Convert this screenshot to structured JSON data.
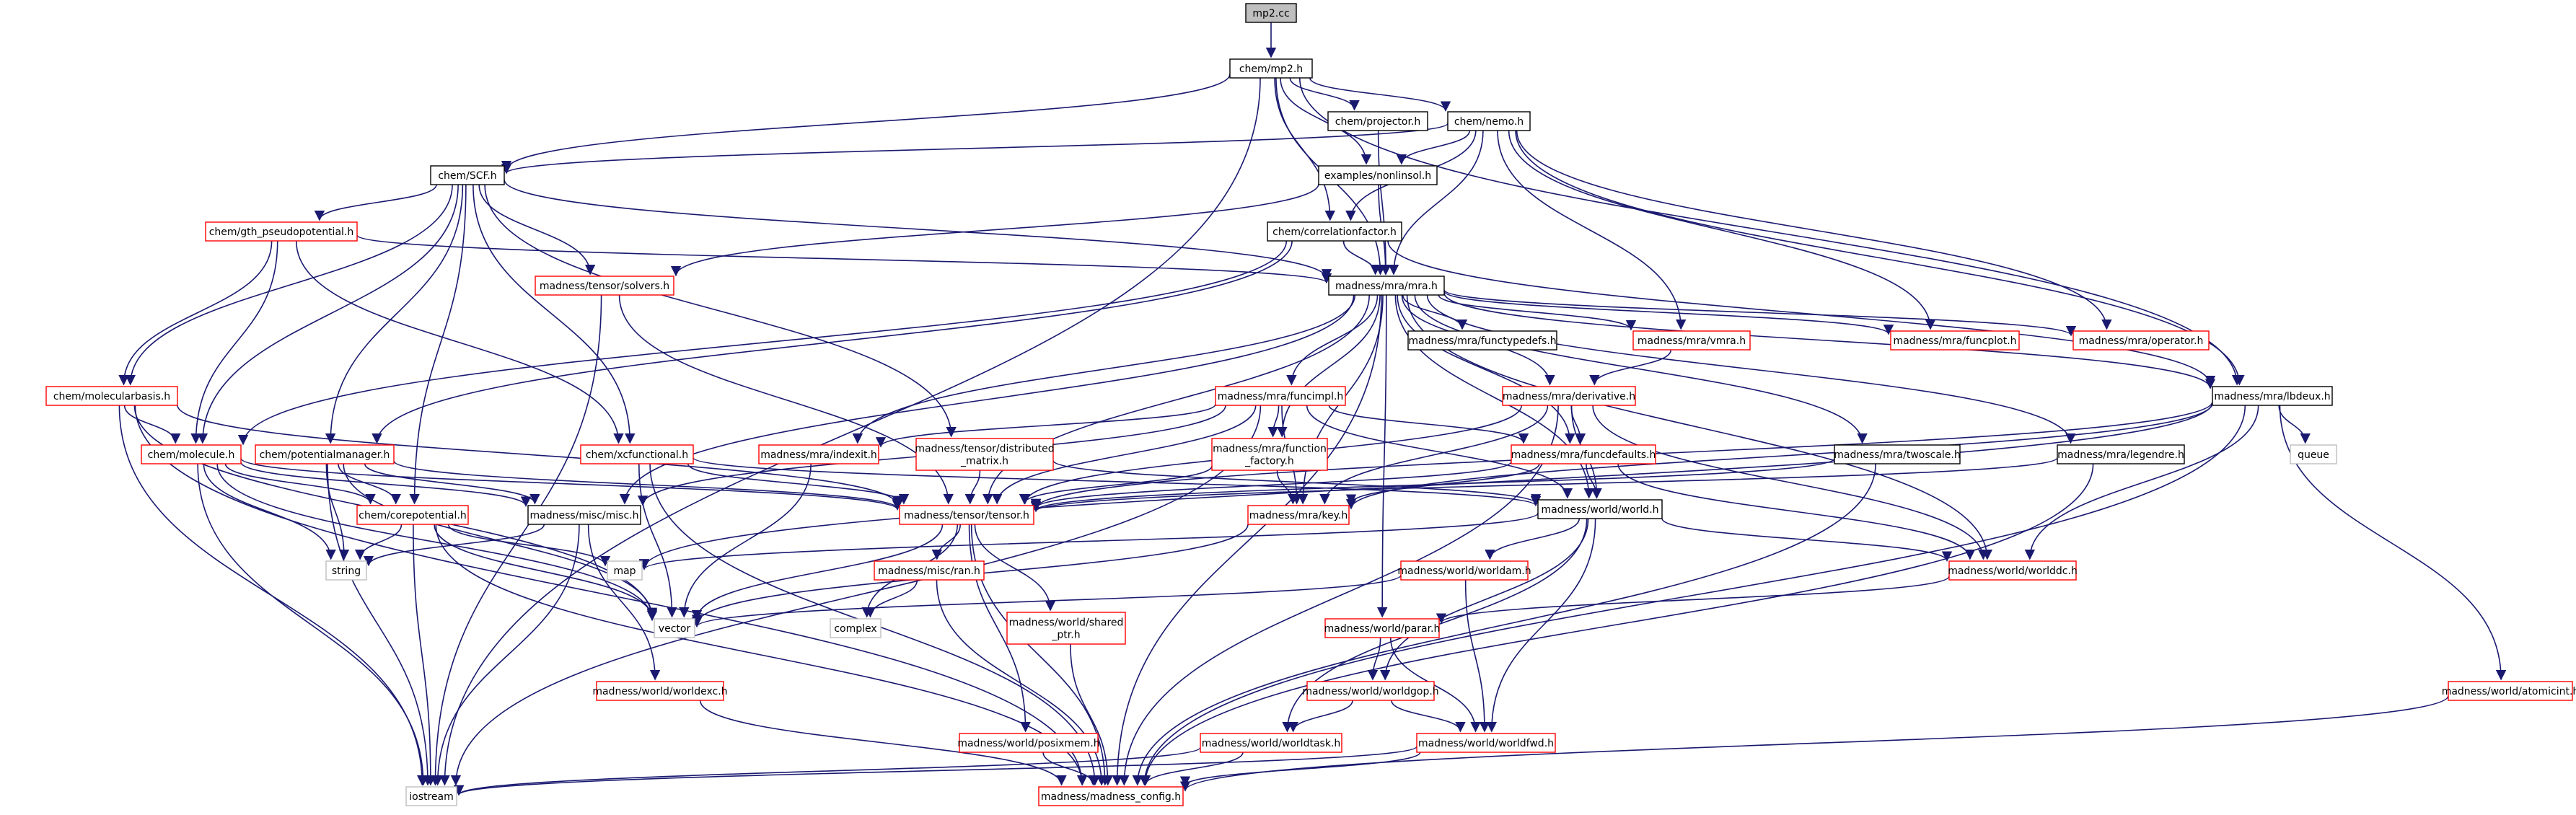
{
  "colors": {
    "edge": "#191970",
    "border_black": "#000000",
    "border_red": "#ff0000",
    "border_gray": "#bfbfbf",
    "root_fill": "#bfbfbf",
    "text": "#000000"
  },
  "nodes": [
    {
      "id": "mp2_cc",
      "label": "mp2.cc",
      "style": "root"
    },
    {
      "id": "chem_mp2_h",
      "label": "chem/mp2.h",
      "style": "black"
    },
    {
      "id": "chem_projector_h",
      "label": "chem/projector.h",
      "style": "black"
    },
    {
      "id": "chem_nemo_h",
      "label": "chem/nemo.h",
      "style": "black"
    },
    {
      "id": "chem_SCF_h",
      "label": "chem/SCF.h",
      "style": "black"
    },
    {
      "id": "examples_nonlinsol_h",
      "label": "examples/nonlinsol.h",
      "style": "black"
    },
    {
      "id": "chem_gth",
      "label": "chem/gth_pseudopotential.h",
      "style": "red"
    },
    {
      "id": "chem_correlationfactor_h",
      "label": "chem/correlationfactor.h",
      "style": "black"
    },
    {
      "id": "tensor_solvers_h",
      "label": "madness/tensor/solvers.h",
      "style": "red"
    },
    {
      "id": "mra_mra_h",
      "label": "madness/mra/mra.h",
      "style": "black"
    },
    {
      "id": "mra_functypedefs_h",
      "label": "madness/mra/functypedefs.h",
      "style": "black"
    },
    {
      "id": "mra_vmra_h",
      "label": "madness/mra/vmra.h",
      "style": "red"
    },
    {
      "id": "mra_funcplot_h",
      "label": "madness/mra/funcplot.h",
      "style": "red"
    },
    {
      "id": "mra_operator_h",
      "label": "madness/mra/operator.h",
      "style": "red"
    },
    {
      "id": "chem_molecularbasis_h",
      "label": "chem/molecularbasis.h",
      "style": "red"
    },
    {
      "id": "mra_funcimpl_h",
      "label": "madness/mra/funcimpl.h",
      "style": "red"
    },
    {
      "id": "mra_derivative_h",
      "label": "madness/mra/derivative.h",
      "style": "red"
    },
    {
      "id": "mra_lbdeux_h",
      "label": "madness/mra/lbdeux.h",
      "style": "black"
    },
    {
      "id": "chem_molecule_h",
      "label": "chem/molecule.h",
      "style": "red"
    },
    {
      "id": "chem_potentialmanager_h",
      "label": "chem/potentialmanager.h",
      "style": "red"
    },
    {
      "id": "chem_xcfunctional_h",
      "label": "chem/xcfunctional.h",
      "style": "red"
    },
    {
      "id": "mra_indexit_h",
      "label": "madness/mra/indexit.h",
      "style": "red"
    },
    {
      "id": "tensor_distributed_matrix_h",
      "label": "madness/tensor/distributed_matrix.h",
      "style": "red"
    },
    {
      "id": "mra_function_factory_h",
      "label": "madness/mra/function_factory.h",
      "style": "red"
    },
    {
      "id": "mra_funcdefaults_h",
      "label": "madness/mra/funcdefaults.h",
      "style": "red"
    },
    {
      "id": "mra_twoscale_h",
      "label": "madness/mra/twoscale.h",
      "style": "black"
    },
    {
      "id": "mra_legendre_h",
      "label": "madness/mra/legendre.h",
      "style": "black"
    },
    {
      "id": "queue",
      "label": "queue",
      "style": "gray"
    },
    {
      "id": "chem_corepotential_h",
      "label": "chem/corepotential.h",
      "style": "red"
    },
    {
      "id": "misc_misc_h",
      "label": "madness/misc/misc.h",
      "style": "black"
    },
    {
      "id": "tensor_tensor_h",
      "label": "madness/tensor/tensor.h",
      "style": "red"
    },
    {
      "id": "mra_key_h",
      "label": "madness/mra/key.h",
      "style": "red"
    },
    {
      "id": "world_world_h",
      "label": "madness/world/world.h",
      "style": "black"
    },
    {
      "id": "string",
      "label": "string",
      "style": "gray"
    },
    {
      "id": "map",
      "label": "map",
      "style": "gray"
    },
    {
      "id": "misc_ran_h",
      "label": "madness/misc/ran.h",
      "style": "red"
    },
    {
      "id": "world_worldam_h",
      "label": "madness/world/worldam.h",
      "style": "red"
    },
    {
      "id": "world_worlddc_h",
      "label": "madness/world/worlddc.h",
      "style": "red"
    },
    {
      "id": "vector",
      "label": "vector",
      "style": "gray"
    },
    {
      "id": "complex",
      "label": "complex",
      "style": "gray"
    },
    {
      "id": "world_shared_ptr_h",
      "label": "madness/world/shared_ptr.h",
      "style": "red"
    },
    {
      "id": "world_parar_h",
      "label": "madness/world/parar.h",
      "style": "red"
    },
    {
      "id": "world_worldexc_h",
      "label": "madness/world/worldexc.h",
      "style": "red"
    },
    {
      "id": "world_worldgop_h",
      "label": "madness/world/worldgop.h",
      "style": "red"
    },
    {
      "id": "world_atomicint_h",
      "label": "madness/world/atomicint.h",
      "style": "red"
    },
    {
      "id": "world_posixmem_h",
      "label": "madness/world/posixmem.h",
      "style": "red"
    },
    {
      "id": "world_worldtask_h",
      "label": "madness/world/worldtask.h",
      "style": "red"
    },
    {
      "id": "world_worldfwd_h",
      "label": "madness/world/worldfwd.h",
      "style": "red"
    },
    {
      "id": "iostream",
      "label": "iostream",
      "style": "gray"
    },
    {
      "id": "madness_config_h",
      "label": "madness/madness_config.h",
      "style": "red"
    }
  ],
  "edges": [
    [
      "mp2_cc",
      "chem_mp2_h"
    ],
    [
      "chem_mp2_h",
      "chem_projector_h"
    ],
    [
      "chem_mp2_h",
      "chem_nemo_h"
    ],
    [
      "chem_mp2_h",
      "chem_SCF_h"
    ],
    [
      "chem_mp2_h",
      "examples_nonlinsol_h"
    ],
    [
      "chem_mp2_h",
      "chem_correlationfactor_h"
    ],
    [
      "chem_mp2_h",
      "mra_mra_h"
    ],
    [
      "chem_mp2_h",
      "mra_lbdeux_h"
    ],
    [
      "chem_mp2_h",
      "iostream"
    ],
    [
      "chem_projector_h",
      "mra_mra_h"
    ],
    [
      "chem_nemo_h",
      "chem_SCF_h"
    ],
    [
      "chem_nemo_h",
      "examples_nonlinsol_h"
    ],
    [
      "chem_nemo_h",
      "chem_correlationfactor_h"
    ],
    [
      "chem_nemo_h",
      "mra_mra_h"
    ],
    [
      "chem_nemo_h",
      "mra_vmra_h"
    ],
    [
      "chem_nemo_h",
      "mra_funcplot_h"
    ],
    [
      "chem_nemo_h",
      "mra_operator_h"
    ],
    [
      "chem_nemo_h",
      "mra_lbdeux_h"
    ],
    [
      "chem_SCF_h",
      "chem_gth"
    ],
    [
      "chem_SCF_h",
      "tensor_solvers_h"
    ],
    [
      "chem_SCF_h",
      "mra_mra_h"
    ],
    [
      "chem_SCF_h",
      "chem_molecularbasis_h"
    ],
    [
      "chem_SCF_h",
      "chem_molecule_h"
    ],
    [
      "chem_SCF_h",
      "chem_potentialmanager_h"
    ],
    [
      "chem_SCF_h",
      "chem_xcfunctional_h"
    ],
    [
      "chem_SCF_h",
      "tensor_distributed_matrix_h"
    ],
    [
      "chem_SCF_h",
      "chem_corepotential_h"
    ],
    [
      "examples_nonlinsol_h",
      "mra_mra_h"
    ],
    [
      "examples_nonlinsol_h",
      "tensor_solvers_h"
    ],
    [
      "chem_gth",
      "mra_mra_h"
    ],
    [
      "chem_gth",
      "chem_molecularbasis_h"
    ],
    [
      "chem_gth",
      "chem_molecule_h"
    ],
    [
      "chem_gth",
      "chem_xcfunctional_h"
    ],
    [
      "chem_correlationfactor_h",
      "mra_mra_h"
    ],
    [
      "chem_correlationfactor_h",
      "mra_lbdeux_h"
    ],
    [
      "chem_correlationfactor_h",
      "chem_molecule_h"
    ],
    [
      "chem_correlationfactor_h",
      "chem_potentialmanager_h"
    ],
    [
      "tensor_solvers_h",
      "tensor_tensor_h"
    ],
    [
      "tensor_solvers_h",
      "iostream"
    ],
    [
      "mra_mra_h",
      "mra_functypedefs_h"
    ],
    [
      "mra_mra_h",
      "mra_vmra_h"
    ],
    [
      "mra_mra_h",
      "mra_funcplot_h"
    ],
    [
      "mra_mra_h",
      "mra_operator_h"
    ],
    [
      "mra_mra_h",
      "mra_funcimpl_h"
    ],
    [
      "mra_mra_h",
      "mra_derivative_h"
    ],
    [
      "mra_mra_h",
      "mra_lbdeux_h"
    ],
    [
      "mra_mra_h",
      "mra_indexit_h"
    ],
    [
      "mra_mra_h",
      "mra_function_factory_h"
    ],
    [
      "mra_mra_h",
      "mra_funcdefaults_h"
    ],
    [
      "mra_mra_h",
      "mra_twoscale_h"
    ],
    [
      "mra_mra_h",
      "mra_legendre_h"
    ],
    [
      "mra_mra_h",
      "misc_misc_h"
    ],
    [
      "mra_mra_h",
      "tensor_tensor_h"
    ],
    [
      "mra_mra_h",
      "mra_key_h"
    ],
    [
      "mra_mra_h",
      "world_world_h"
    ],
    [
      "mra_mra_h",
      "world_worlddc_h"
    ],
    [
      "mra_mra_h",
      "world_parar_h"
    ],
    [
      "mra_mra_h",
      "madness_config_h"
    ],
    [
      "mra_vmra_h",
      "mra_derivative_h"
    ],
    [
      "chem_molecularbasis_h",
      "chem_molecule_h"
    ],
    [
      "chem_molecularbasis_h",
      "tensor_tensor_h"
    ],
    [
      "chem_molecularbasis_h",
      "vector"
    ],
    [
      "chem_molecularbasis_h",
      "iostream"
    ],
    [
      "chem_molecularbasis_h",
      "madness_config_h"
    ],
    [
      "mra_funcimpl_h",
      "mra_indexit_h"
    ],
    [
      "mra_funcimpl_h",
      "mra_function_factory_h"
    ],
    [
      "mra_funcimpl_h",
      "mra_funcdefaults_h"
    ],
    [
      "mra_funcimpl_h",
      "tensor_tensor_h"
    ],
    [
      "mra_funcimpl_h",
      "mra_key_h"
    ],
    [
      "mra_funcimpl_h",
      "world_world_h"
    ],
    [
      "mra_funcimpl_h",
      "misc_misc_h"
    ],
    [
      "mra_funcimpl_h",
      "iostream"
    ],
    [
      "mra_derivative_h",
      "mra_funcdefaults_h"
    ],
    [
      "mra_derivative_h",
      "tensor_tensor_h"
    ],
    [
      "mra_derivative_h",
      "mra_key_h"
    ],
    [
      "mra_derivative_h",
      "world_world_h"
    ],
    [
      "mra_derivative_h",
      "world_worlddc_h"
    ],
    [
      "mra_derivative_h",
      "madness_config_h"
    ],
    [
      "mra_lbdeux_h",
      "queue"
    ],
    [
      "mra_lbdeux_h",
      "world_atomicint_h"
    ],
    [
      "mra_lbdeux_h",
      "world_worlddc_h"
    ],
    [
      "mra_lbdeux_h",
      "tensor_tensor_h"
    ],
    [
      "mra_lbdeux_h",
      "mra_key_h"
    ],
    [
      "mra_lbdeux_h",
      "map"
    ],
    [
      "mra_lbdeux_h",
      "madness_config_h"
    ],
    [
      "chem_molecule_h",
      "chem_corepotential_h"
    ],
    [
      "chem_molecule_h",
      "misc_misc_h"
    ],
    [
      "chem_molecule_h",
      "tensor_tensor_h"
    ],
    [
      "chem_molecule_h",
      "string"
    ],
    [
      "chem_molecule_h",
      "vector"
    ],
    [
      "chem_molecule_h",
      "iostream"
    ],
    [
      "chem_potentialmanager_h",
      "chem_corepotential_h"
    ],
    [
      "chem_potentialmanager_h",
      "misc_misc_h"
    ],
    [
      "chem_potentialmanager_h",
      "string"
    ],
    [
      "chem_potentialmanager_h",
      "vector"
    ],
    [
      "chem_potentialmanager_h",
      "iostream"
    ],
    [
      "chem_potentialmanager_h",
      "tensor_tensor_h"
    ],
    [
      "chem_xcfunctional_h",
      "tensor_tensor_h"
    ],
    [
      "chem_xcfunctional_h",
      "vector"
    ],
    [
      "chem_xcfunctional_h",
      "world_world_h"
    ],
    [
      "chem_xcfunctional_h",
      "madness_config_h"
    ],
    [
      "mra_indexit_h",
      "vector"
    ],
    [
      "tensor_distributed_matrix_h",
      "tensor_tensor_h"
    ],
    [
      "tensor_distributed_matrix_h",
      "world_world_h"
    ],
    [
      "mra_function_factory_h",
      "tensor_tensor_h"
    ],
    [
      "mra_function_factory_h",
      "mra_key_h"
    ],
    [
      "mra_funcdefaults_h",
      "tensor_tensor_h"
    ],
    [
      "mra_funcdefaults_h",
      "mra_key_h"
    ],
    [
      "mra_funcdefaults_h",
      "world_world_h"
    ],
    [
      "mra_funcdefaults_h",
      "world_worlddc_h"
    ],
    [
      "mra_twoscale_h",
      "tensor_tensor_h"
    ],
    [
      "mra_twoscale_h",
      "madness_config_h"
    ],
    [
      "mra_legendre_h",
      "tensor_tensor_h"
    ],
    [
      "mra_legendre_h",
      "madness_config_h"
    ],
    [
      "chem_corepotential_h",
      "string"
    ],
    [
      "chem_corepotential_h",
      "vector"
    ],
    [
      "chem_corepotential_h",
      "map"
    ],
    [
      "chem_corepotential_h",
      "iostream"
    ],
    [
      "chem_corepotential_h",
      "madness_config_h"
    ],
    [
      "misc_misc_h",
      "string"
    ],
    [
      "misc_misc_h",
      "iostream"
    ],
    [
      "misc_misc_h",
      "world_worldexc_h"
    ],
    [
      "tensor_tensor_h",
      "vector"
    ],
    [
      "tensor_tensor_h",
      "complex"
    ],
    [
      "tensor_tensor_h",
      "misc_ran_h"
    ],
    [
      "tensor_tensor_h",
      "world_shared_ptr_h"
    ],
    [
      "tensor_tensor_h",
      "world_posixmem_h"
    ],
    [
      "tensor_tensor_h",
      "madness_config_h"
    ],
    [
      "mra_key_h",
      "vector"
    ],
    [
      "world_world_h",
      "map"
    ],
    [
      "world_world_h",
      "world_worldam_h"
    ],
    [
      "world_world_h",
      "world_worlddc_h"
    ],
    [
      "world_world_h",
      "world_worldgop_h"
    ],
    [
      "world_world_h",
      "world_worldtask_h"
    ],
    [
      "world_world_h",
      "world_worldfwd_h"
    ],
    [
      "misc_ran_h",
      "complex"
    ],
    [
      "misc_ran_h",
      "madness_config_h"
    ],
    [
      "world_worldam_h",
      "vector"
    ],
    [
      "world_worldam_h",
      "world_worldfwd_h"
    ],
    [
      "world_worlddc_h",
      "world_parar_h"
    ],
    [
      "world_shared_ptr_h",
      "madness_config_h"
    ],
    [
      "world_parar_h",
      "world_worldgop_h"
    ],
    [
      "world_parar_h",
      "world_worldfwd_h"
    ],
    [
      "world_worldexc_h",
      "madness_config_h"
    ],
    [
      "world_worldgop_h",
      "world_worldtask_h"
    ],
    [
      "world_worldgop_h",
      "world_worldfwd_h"
    ],
    [
      "world_atomicint_h",
      "madness_config_h"
    ],
    [
      "world_posixmem_h",
      "madness_config_h"
    ],
    [
      "world_worldtask_h",
      "iostream"
    ],
    [
      "world_worldtask_h",
      "madness_config_h"
    ],
    [
      "world_worldfwd_h",
      "iostream"
    ],
    [
      "world_worldfwd_h",
      "madness_config_h"
    ]
  ]
}
